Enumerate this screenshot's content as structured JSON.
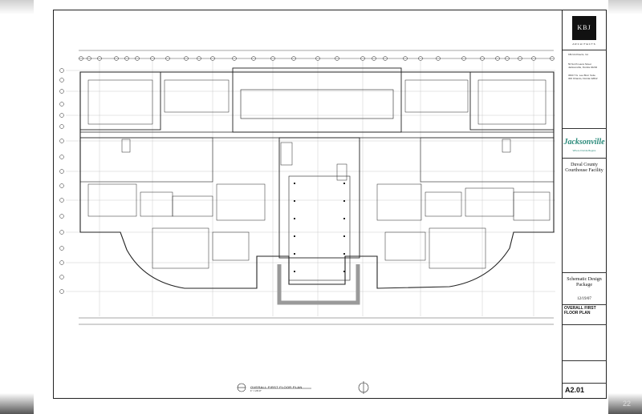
{
  "firm": {
    "logo": "KBJ",
    "logo_sub": "ARCHITECTS",
    "name": "KBJ Architects, Inc.",
    "addr1": "50 North Laura Street",
    "addr2": "Jacksonville, Florida 32202",
    "addr3": "3600 T.G. Lee Blvd. Suite",
    "addr4": "300 Orlando, Florida 32822"
  },
  "client": {
    "logo": "Jacksonville",
    "tagline": "Where Florida Begins"
  },
  "project": {
    "name": "Duval County Courthouse Facility"
  },
  "package": {
    "name": "Schematic Design Package",
    "date": "12/19/07"
  },
  "sheet": {
    "title": "OVERALL FIRST FLOOR PLAN",
    "number": "A2.01"
  },
  "plan": {
    "title": "OVERALL FIRST FLOOR PLAN",
    "scale": "1\" = 20'-0\""
  },
  "page": {
    "number": "22"
  },
  "colors": {
    "ink": "#111111",
    "brand": "#2a8a7a",
    "hatch": "#9a9a9a"
  }
}
